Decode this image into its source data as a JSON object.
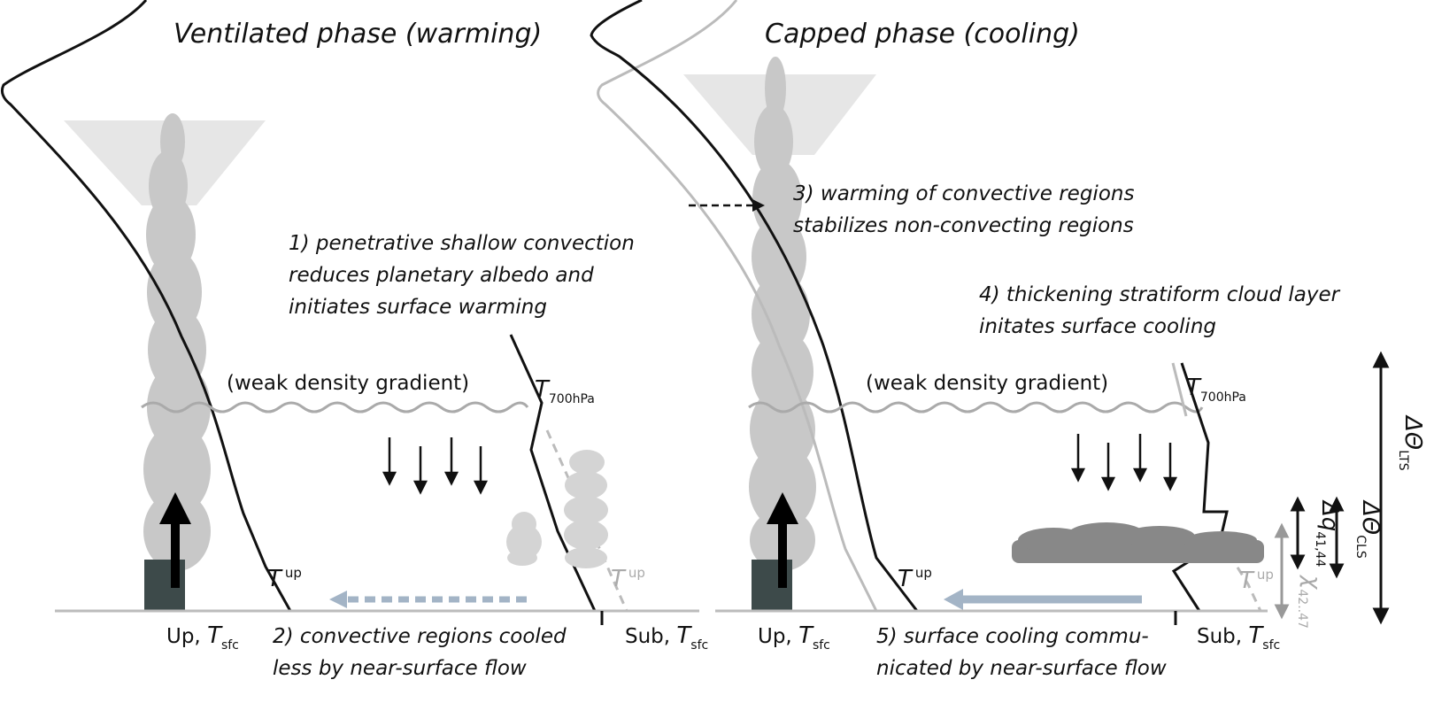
{
  "titles": {
    "left": "Ventilated phase (warming)",
    "right": "Capped phase (cooling)"
  },
  "annotations": {
    "a1": [
      "1) penetrative shallow convection",
      "reduces planetary albedo and",
      "initiates surface warming"
    ],
    "a2": [
      "2) convective regions cooled",
      "less by near-surface flow"
    ],
    "a3": [
      "3) warming of convective regions",
      "stabilizes non-convecting regions"
    ],
    "a4": [
      "4) thickening stratiform cloud layer",
      "initates surface cooling"
    ],
    "a5": [
      "5) surface cooling commu-",
      "nicated by near-surface flow"
    ]
  },
  "labels": {
    "weak_gradient": "(weak density gradient)",
    "T": "T",
    "T_700": "700hPa",
    "T_up": "up",
    "up": "Up, ",
    "sub": "Sub, ",
    "sfc": "sfc",
    "delta_theta_lts": "ΔΘ",
    "lts": "LTS",
    "delta_theta_cls": "ΔΘ",
    "cls": "CLS",
    "delta_q": "Δq",
    "q_sub": "41,44",
    "chi": "χ",
    "chi_sub": "42..47"
  },
  "colors": {
    "cloud": "#c8c8c8",
    "anvil": "#e6e6e6",
    "dark_block": "#3d4a4a",
    "flow_arrow": "#a3b4c6",
    "stratus": "#888888",
    "ground": "#bbbbbb"
  }
}
